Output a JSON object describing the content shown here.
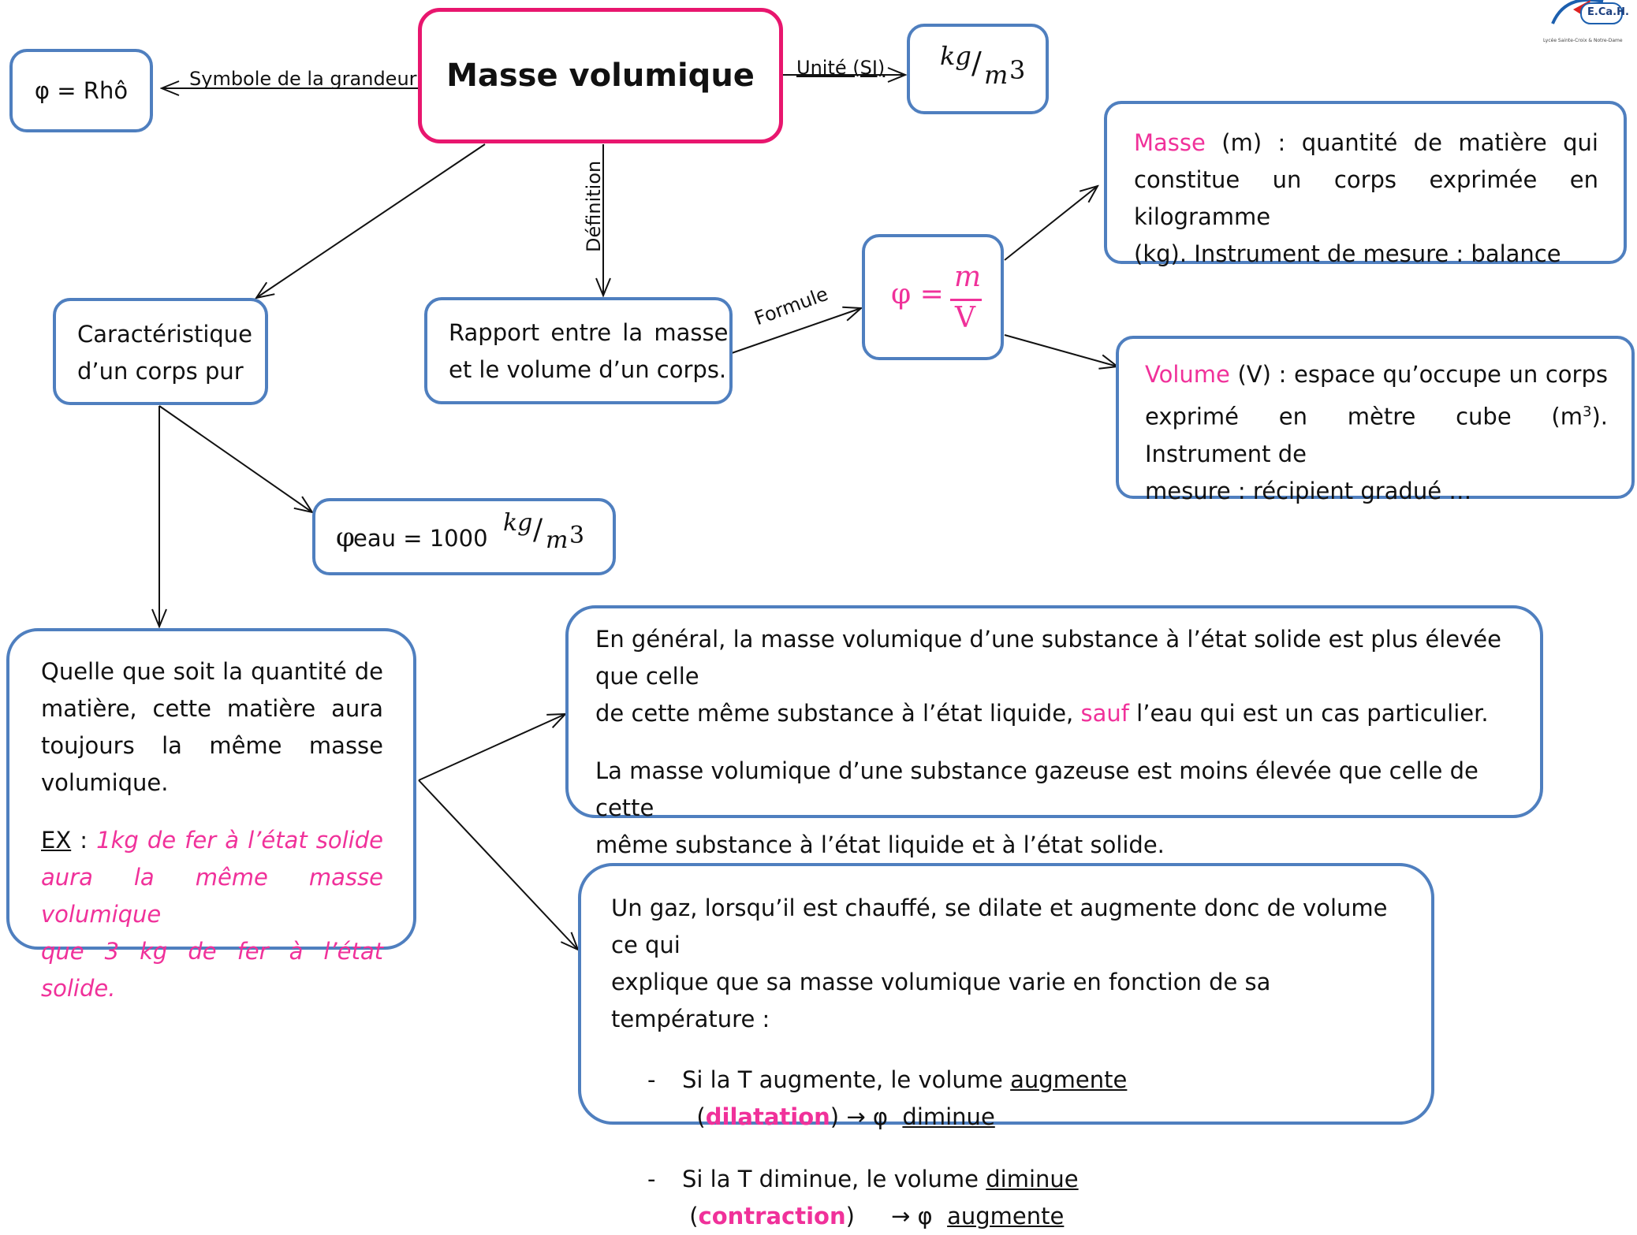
{
  "logo": {
    "text": "E.Ca.H.",
    "caption": "Lycée Sainte-Croix & Notre-Dame"
  },
  "title": "Masse volumique",
  "symbol": {
    "text": "φ = Rhô"
  },
  "unit": {
    "numerator": "kg",
    "denominator": "m",
    "exponent": "3"
  },
  "edge_labels": {
    "symbol": "Symbole de la grandeur",
    "unit": "Unité (SI)",
    "definition": "Définition",
    "formula": "Formule"
  },
  "characteristic": {
    "line1": "Caractéristique",
    "line2": "d’un corps pur"
  },
  "definition": {
    "line1": "Rapport entre la masse",
    "line2": "et le volume d’un corps."
  },
  "formula": {
    "lhs": "φ =",
    "numerator": "m",
    "denominator": "V"
  },
  "mass": {
    "term": "Masse",
    "rest1": " (m) : quantité de matière qui",
    "line2": "constitue un corps exprimée en kilogramme",
    "line3": "(kg). Instrument de mesure : balance"
  },
  "volume": {
    "term": "Volume",
    "rest1": " (V) : espace qu’occupe un corps",
    "line2a": "exprimé en mètre cube (m",
    "line2sup": "3",
    "line2b": "). Instrument de",
    "line3": "mesure : récipient gradué …"
  },
  "water": {
    "prefix": "φ",
    "text": " eau = 1000",
    "numerator": "kg",
    "denominator": "m",
    "exponent": "3"
  },
  "constancy": {
    "line1": "Quelle que soit la quantité de",
    "line2": "matière, cette matière aura",
    "line3": "toujours la même masse",
    "line4": "volumique.",
    "ex_label": "EX",
    "ex_colon": " : ",
    "ex_line1": "1kg de fer à l’état solide",
    "ex_line2": "aura la même masse volumique",
    "ex_line3": "que 3 kg de fer à l’état solide."
  },
  "states": {
    "p1_line1": "En général, la masse volumique d’une substance à l’état solide est plus élevée que celle",
    "p1_line2a": "de cette même substance à l’état liquide, ",
    "p1_sauf": "sauf",
    "p1_line2b": " l’eau qui est un cas particulier.",
    "p2_line1": "La masse volumique d’une substance gazeuse est moins élevée que celle de cette",
    "p2_line2": "même substance à l’état liquide et à l’état solide."
  },
  "gas": {
    "line1": "Un gaz, lorsqu’il est chauffé, se dilate et augmente donc de volume ce qui",
    "line2": "explique que sa masse volumique varie en fonction de sa température :",
    "b1": {
      "dash": "-",
      "pre": "Si la T augmente, le volume ",
      "u1": "augmente",
      "mid1": "  (",
      "kw": "dilatation",
      "mid2": ") → φ  ",
      "u2": "diminue"
    },
    "b2": {
      "dash": "-",
      "pre": "Si la T diminue, le volume ",
      "u1": "diminue",
      "mid1": " (",
      "kw": "contraction",
      "mid2": ")     → φ  ",
      "u2": "augmente"
    }
  },
  "colors": {
    "accent_pink": "#f0319a",
    "box_border": "#4f7fbf",
    "title_border": "#e8166e"
  }
}
